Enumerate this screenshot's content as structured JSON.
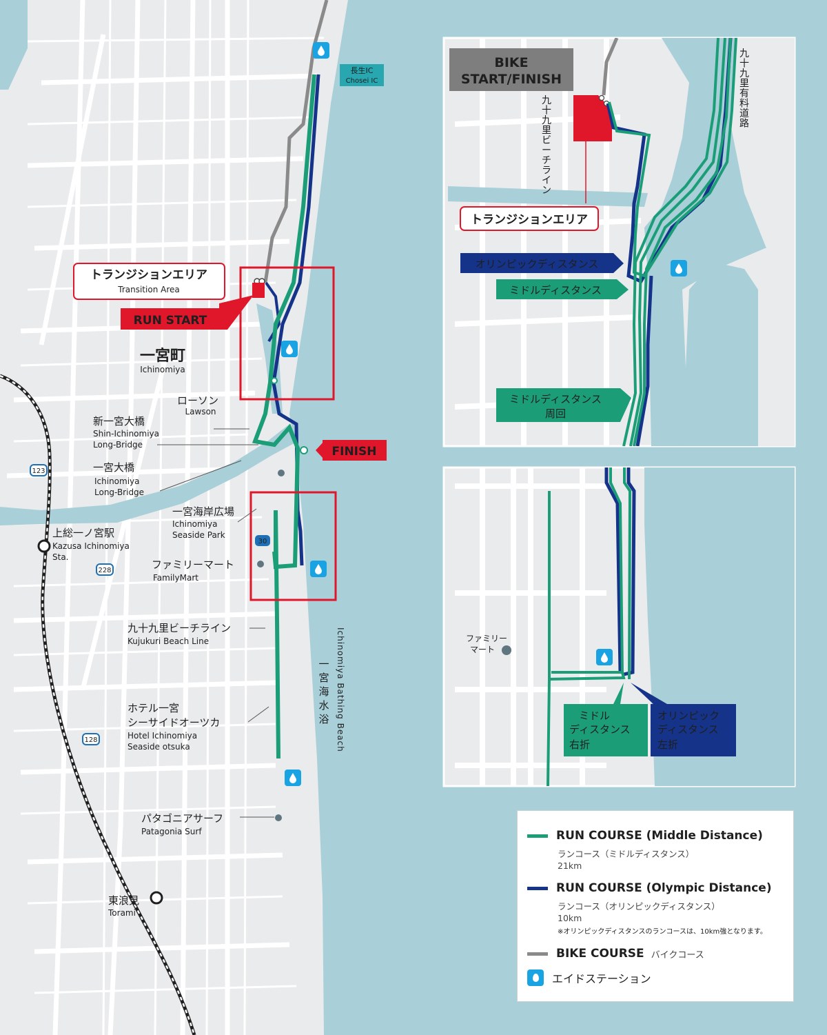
{
  "colors": {
    "middle": "#1b9e78",
    "olympic": "#16338a",
    "bike": "#8a8a8a",
    "sea": "#a9cfd9",
    "accent_red": "#e0162b",
    "aid_blue": "#1aa3e3",
    "ic_badge": "#28a7b0"
  },
  "main_map": {
    "ic_label": [
      "長生IC",
      "Chosei IC"
    ],
    "transition_label": {
      "ja": "トランジションエリア",
      "en": "Transition Area"
    },
    "run_start_label": "RUN START",
    "finish_label": "FINISH",
    "town": {
      "ja": "一宮町",
      "en": "Ichinomiya"
    },
    "places": [
      {
        "ja": "ローソン",
        "en": [
          "Lawson"
        ]
      },
      {
        "ja": "新一宮大橋",
        "en": [
          "Shin-Ichinomiya",
          "Long-Bridge"
        ]
      },
      {
        "ja": "一宮大橋",
        "en": [
          "Ichinomiya",
          "Long-Bridge"
        ]
      },
      {
        "ja": "一宮海岸広場",
        "en": [
          "Ichinomiya",
          "Seaside Park"
        ]
      },
      {
        "ja": "上総一ノ宮駅",
        "en": [
          "Kazusa Ichinomiya",
          "Sta."
        ]
      },
      {
        "ja": "ファミリーマート",
        "en": [
          "FamilyMart"
        ]
      },
      {
        "ja": "九十九里ビーチライン",
        "en": [
          "Kujukuri Beach Line"
        ]
      },
      {
        "ja": "ホテル一宮",
        "en": [
          "Hotel Ichinomiya",
          "Seaside otsuka"
        ]
      },
      {
        "ja": "シーサイドオーツカ",
        "en": []
      },
      {
        "ja": "パタゴニアサーフ",
        "en": [
          "Patagonia Surf"
        ]
      },
      {
        "ja": "東浪見",
        "en": [
          "Torami"
        ]
      }
    ],
    "route_badges": [
      "123",
      "128",
      "228",
      "30"
    ],
    "beach_label": {
      "en": "Ichinomiya Bathing Beach",
      "ja": "一宮海水浴場"
    }
  },
  "inset_top": {
    "bike_label": [
      "BIKE",
      "START/FINISH"
    ],
    "road_vertical": "九十九里ビーチライン",
    "toll_road": "九十九里有料道路",
    "transition_label": "トランジションエリア",
    "olympic_label": "オリンピックディスタンス",
    "middle_label": "ミドルディスタンス",
    "middle_loop_label": [
      "ミドルディスタンス",
      "周回"
    ]
  },
  "inset_bottom": {
    "store_label": [
      "ファミリー",
      "マート"
    ],
    "middle_turn": [
      "ミドル",
      "ディスタンス",
      "右折"
    ],
    "olympic_turn": [
      "オリンピック",
      "ディスタンス",
      "左折"
    ]
  },
  "legend": {
    "middle": {
      "title": "RUN COURSE (Middle Distance)",
      "sub": "ランコース（ミドルディスタンス）",
      "dist": "21km"
    },
    "olympic": {
      "title": "RUN COURSE (Olympic Distance)",
      "sub": "ランコース（オリンピックディスタンス）",
      "dist": "10km",
      "note": "※オリンピックディスタンスのランコースは、10km強となります。"
    },
    "bike": {
      "title": "BIKE COURSE",
      "sub": "バイクコース"
    },
    "aid": {
      "title": "エイドステーション"
    }
  }
}
